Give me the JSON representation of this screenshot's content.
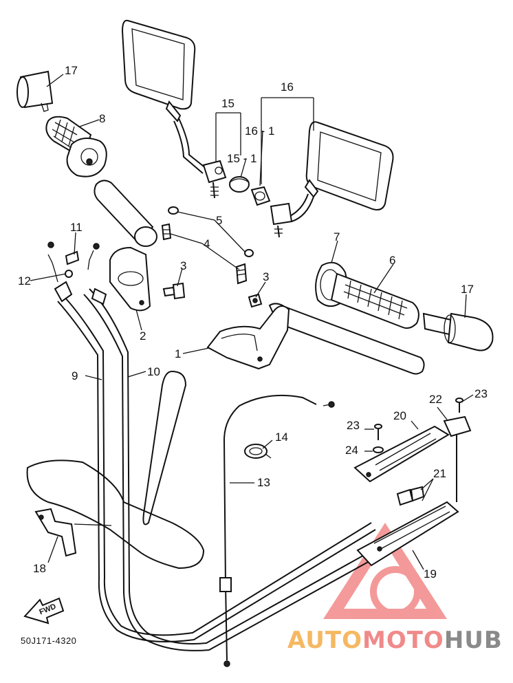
{
  "diagram_code": "50J171-4320",
  "fwd_label": "FWD",
  "watermark": {
    "parts": [
      "AUTO",
      "MOTO",
      "HUB"
    ],
    "colors": [
      "#f5b862",
      "#f08a8a",
      "#8a8a8a"
    ],
    "triangle_color": "#f07878"
  },
  "callouts": {
    "c1": "1",
    "c2": "2",
    "c3a": "3",
    "c3b": "3",
    "c4": "4",
    "c5": "5",
    "c6": "6",
    "c7": "7",
    "c8": "8",
    "c9": "9",
    "c10": "10",
    "c11": "11",
    "c12": "12",
    "c13": "13",
    "c14": "14",
    "c15": "15",
    "c15_1": "15 - 1",
    "c16": "16",
    "c16_1": "16 - 1",
    "c17a": "17",
    "c17b": "17",
    "c18": "18",
    "c19": "19",
    "c20": "20",
    "c21": "21",
    "c22": "22",
    "c23a": "23",
    "c23b": "23",
    "c24": "24"
  }
}
